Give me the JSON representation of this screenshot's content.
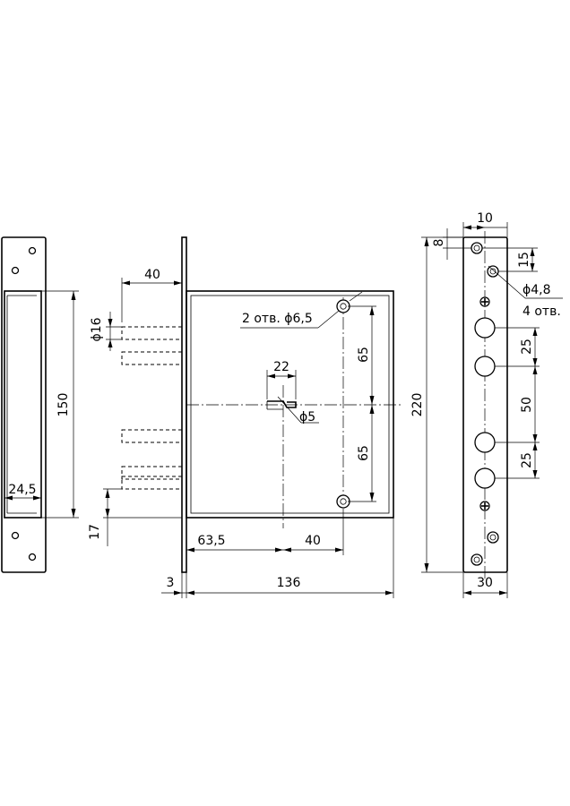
{
  "dimensions": {
    "strike_height": "150",
    "strike_width": "24,5",
    "offset_17": "17",
    "bolt_projection": "40",
    "bolt_diameter": "ϕ16",
    "hole_note": "2 отв. ϕ6,5",
    "spacing_65_top": "65",
    "spacing_65_bottom": "65",
    "keyhole_width": "22",
    "keyhole_diameter": "ϕ5",
    "backset": "63,5",
    "spindle_to_hole": "40",
    "faceplate_thickness": "3",
    "case_depth": "136",
    "total_height": "220",
    "faceplate_width_top": "10",
    "offset_8": "8",
    "screw_spacing_15": "15",
    "screw_hole_diameter": "ϕ4,8",
    "screw_hole_count": "4 отв.",
    "bolt_spacing_25_top": "25",
    "bolt_spacing_50": "50",
    "bolt_spacing_25_bottom": "25",
    "faceplate_width": "30"
  }
}
